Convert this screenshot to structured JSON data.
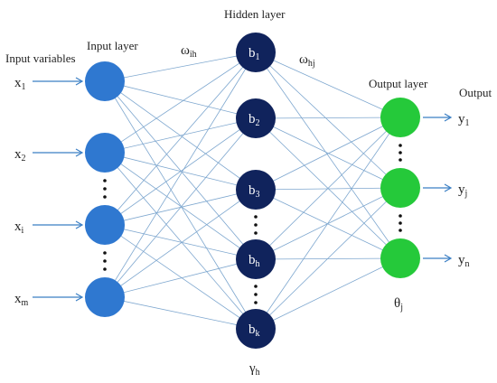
{
  "headers": {
    "input_variables": "Input variables",
    "input_layer": "Input layer",
    "hidden_layer": "Hidden layer",
    "output_layer": "Output layer",
    "output": "Output"
  },
  "weights": {
    "ih": {
      "base": "ω",
      "sub": "ih"
    },
    "hj": {
      "base": "ω",
      "sub": "hj"
    }
  },
  "thresholds": {
    "hidden": {
      "base": "γ",
      "sub": "h"
    },
    "output": {
      "base": "θ",
      "sub": "j"
    }
  },
  "inputs": [
    {
      "base": "x",
      "sub": "1"
    },
    {
      "base": "x",
      "sub": "2"
    },
    {
      "base": "x",
      "sub": "i"
    },
    {
      "base": "x",
      "sub": "m"
    }
  ],
  "hidden": [
    {
      "base": "b",
      "sub": "1"
    },
    {
      "base": "b",
      "sub": "2"
    },
    {
      "base": "b",
      "sub": "3"
    },
    {
      "base": "b",
      "sub": "h"
    },
    {
      "base": "b",
      "sub": "k"
    }
  ],
  "outputs": [
    {
      "base": "y",
      "sub": "1"
    },
    {
      "base": "y",
      "sub": "j"
    },
    {
      "base": "y",
      "sub": "n"
    }
  ],
  "colors": {
    "input_node": "#2f78d0",
    "hidden_node": "#10235c",
    "output_node": "#25c93a",
    "edge": "#7ea7cf",
    "arrow": "#3b7fc4"
  }
}
